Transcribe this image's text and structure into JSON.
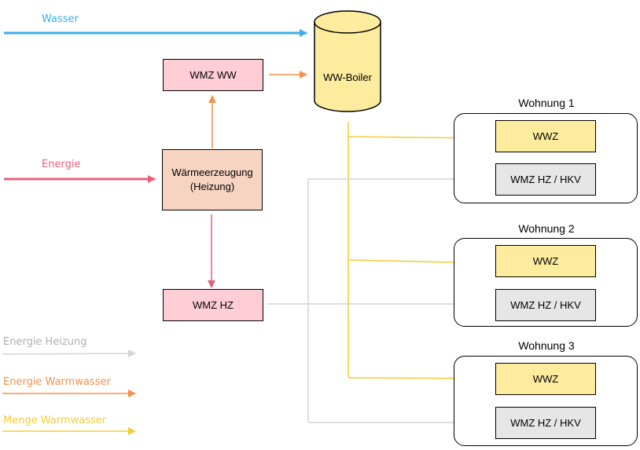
{
  "colors": {
    "water": "#3aaeea",
    "energy": "#e5607a",
    "heating": "#d4d4d4",
    "warmwater_energy": "#f5914a",
    "warmwater_amount": "#f2cc3a",
    "pink_fill": "#ffcdd6",
    "peach_fill": "#f7d3c1",
    "yellow_fill": "#fdeb9e",
    "grey_fill": "#e6e6e6"
  },
  "labels": {
    "wasser": "Wasser",
    "energie": "Energie"
  },
  "nodes": {
    "wmz_ww": "WMZ WW",
    "waermeerzeugung": "Wärmeerzeugung\n(Heizung)",
    "wmz_hz": "WMZ HZ",
    "ww_boiler": "WW-Boiler"
  },
  "wohnungen": [
    {
      "title": "Wohnung 1",
      "wwz": "WWZ",
      "wmz": "WMZ HZ / HKV"
    },
    {
      "title": "Wohnung 2",
      "wwz": "WWZ",
      "wmz": "WMZ HZ / HKV"
    },
    {
      "title": "Wohnung 3",
      "wwz": "WWZ",
      "wmz": "WMZ HZ / HKV"
    }
  ],
  "legend": [
    {
      "label": "Energie Heizung",
      "color_key": "heating"
    },
    {
      "label": "Energie Warmwasser",
      "color_key": "warmwater_energy"
    },
    {
      "label": "Menge Warmwasser",
      "color_key": "warmwater_amount"
    }
  ]
}
